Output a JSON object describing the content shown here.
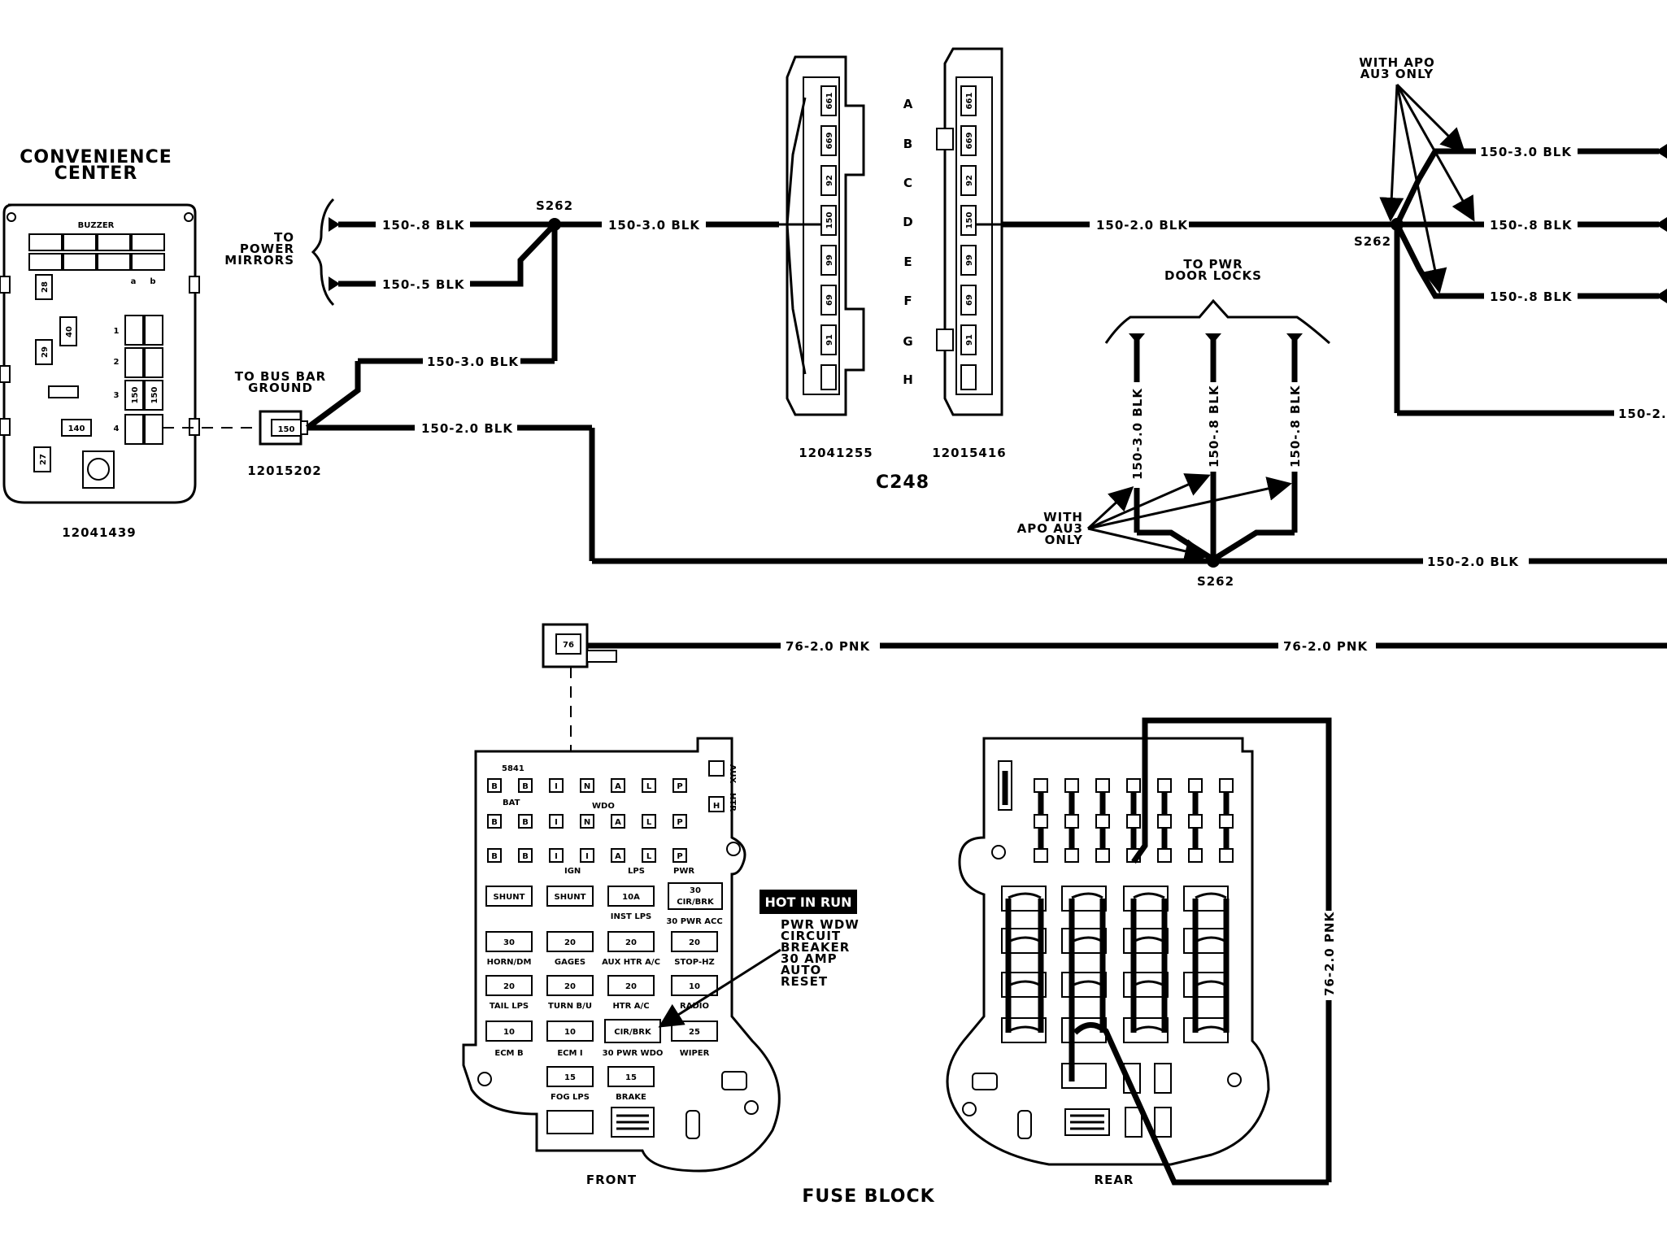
{
  "convenience_center": {
    "title": [
      "CONVENIENCE",
      "CENTER"
    ],
    "buzzer": "BUZZER",
    "slots": [
      "28",
      "40",
      "29",
      "150",
      "150",
      "140",
      "27"
    ],
    "rows": [
      "1",
      "2",
      "3",
      "4"
    ],
    "cols": [
      "a",
      "b"
    ],
    "part": "12041439"
  },
  "bus_bar": {
    "label": [
      "TO BUS BAR",
      "GROUND"
    ],
    "terminal": "150",
    "part": "12015202"
  },
  "power_mirrors": {
    "label": [
      "TO",
      "POWER",
      "MIRRORS"
    ]
  },
  "wires": {
    "w1": "150-.8 BLK",
    "w2": "150-.5 BLK",
    "w3": "150-3.0 BLK",
    "w4": "150-3.0 BLK",
    "w5": "150-2.0 BLK",
    "w6": "150-2.0 BLK",
    "w7": "150-3.0 BLK",
    "w8": "150-.8 BLK",
    "w9": "150-.8 BLK",
    "w10": "150-2.",
    "w11": "150-2.0 BLK",
    "v1": "150-3.0 BLK",
    "v2": "150-.8 BLK",
    "v3": "150-.8 BLK",
    "p1": "76-2.0 PNK",
    "p2": "76-2.0 PNK",
    "p3": "76-2.0 PNK"
  },
  "splices": {
    "s1": "S262",
    "s2": "S262",
    "s3": "S262"
  },
  "c248": {
    "name": "C248",
    "letters": [
      "A",
      "B",
      "C",
      "D",
      "E",
      "F",
      "G",
      "H"
    ],
    "pins": [
      "661",
      "669",
      "92",
      "150",
      "99",
      "69",
      "91"
    ],
    "part_left": "12041255",
    "part_right": "12015416"
  },
  "apo_top": [
    "WITH APO",
    "AU3 ONLY"
  ],
  "apo_bottom": [
    "WITH",
    "APO AU3",
    "ONLY"
  ],
  "door_locks": [
    "TO PWR",
    "DOOR LOCKS"
  ],
  "pink_terminal": "76",
  "fuse_block": {
    "title": "FUSE BLOCK",
    "front": "FRONT",
    "rear": "REAR",
    "hot_in_run": "HOT IN RUN",
    "breaker_note": [
      "PWR WDW",
      "CIRCUIT",
      "BREAKER",
      "30 AMP",
      "AUTO",
      "RESET"
    ],
    "row1": [
      "B",
      "B",
      "I",
      "N",
      "A",
      "L",
      "P"
    ],
    "row2": [
      "B",
      "B",
      "I",
      "N",
      "A",
      "L",
      "P"
    ],
    "row3": [
      "B",
      "B",
      "I",
      "I",
      "A",
      "L",
      "P"
    ],
    "aux_labels": [
      "AUX",
      "HTR"
    ],
    "h": "H",
    "small_labels": [
      "5841",
      "BAT",
      "WDO",
      "IGN",
      "LPS",
      "PWR"
    ],
    "fuses": [
      {
        "v": "SHUNT",
        "n": ""
      },
      {
        "v": "SHUNT",
        "n": ""
      },
      {
        "v": "10A",
        "n": "INST LPS"
      },
      {
        "v": "30",
        "n": "CIR/BRK"
      },
      {
        "v": "30",
        "n": "HORN/DM"
      },
      {
        "v": "20",
        "n": "GAGES"
      },
      {
        "v": "20",
        "n": "AUX HTR A/C"
      },
      {
        "v": "20",
        "n": "STOP-HZ"
      },
      {
        "v": "20",
        "n": "TAIL LPS"
      },
      {
        "v": "20",
        "n": "TURN B/U"
      },
      {
        "v": "20",
        "n": "HTR A/C"
      },
      {
        "v": "10",
        "n": "RADIO"
      },
      {
        "v": "10",
        "n": "ECM B"
      },
      {
        "v": "10",
        "n": "ECM I"
      },
      {
        "v": "CIR/BRK",
        "n": "30 PWR WDO"
      },
      {
        "v": "25",
        "n": "WIPER"
      },
      {
        "v": "15",
        "n": "FOG LPS"
      },
      {
        "v": "15",
        "n": "BRAKE"
      }
    ],
    "pwr_acc": "30 PWR ACC"
  }
}
